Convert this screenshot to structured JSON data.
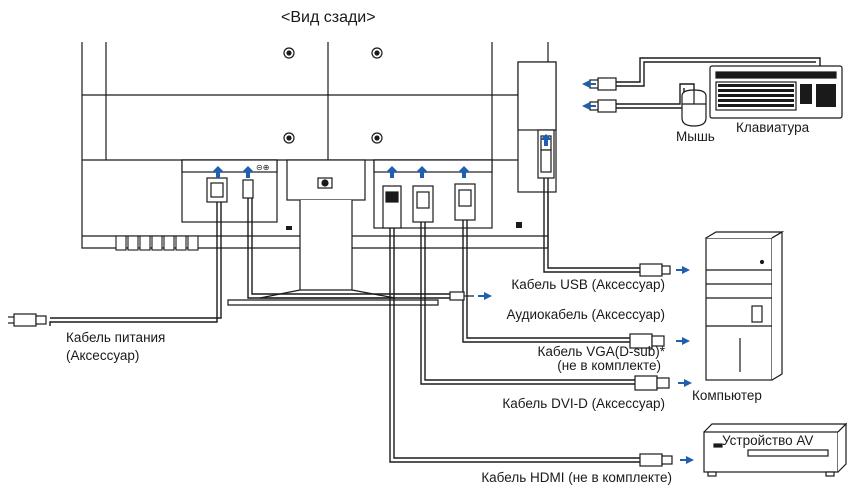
{
  "title": "<Вид сзади>",
  "labels": {
    "mouse": "Мышь",
    "keyboard": "Клавиатура",
    "usb_cable": "Кабель USB (Аксессуар)",
    "audio_cable": "Аудиокабель (Аксессуар)",
    "vga_cable_line1": "Кабель VGA(D-sub)*",
    "vga_cable_line2": "(не в комплекте)",
    "dvi_cable": "Кабель DVI-D (Аксессуар)",
    "computer": "Компьютер",
    "power_cable_line1": "Кабель питания",
    "power_cable_line2": "(Аксессуар)",
    "av_device": "Устройство AV",
    "hdmi_cable": "Кабель HDMI (не в комплекте)"
  },
  "colors": {
    "line": "#1a1a1a",
    "port_arrow": "#1f5fae",
    "cable": "#1a1a1a"
  }
}
